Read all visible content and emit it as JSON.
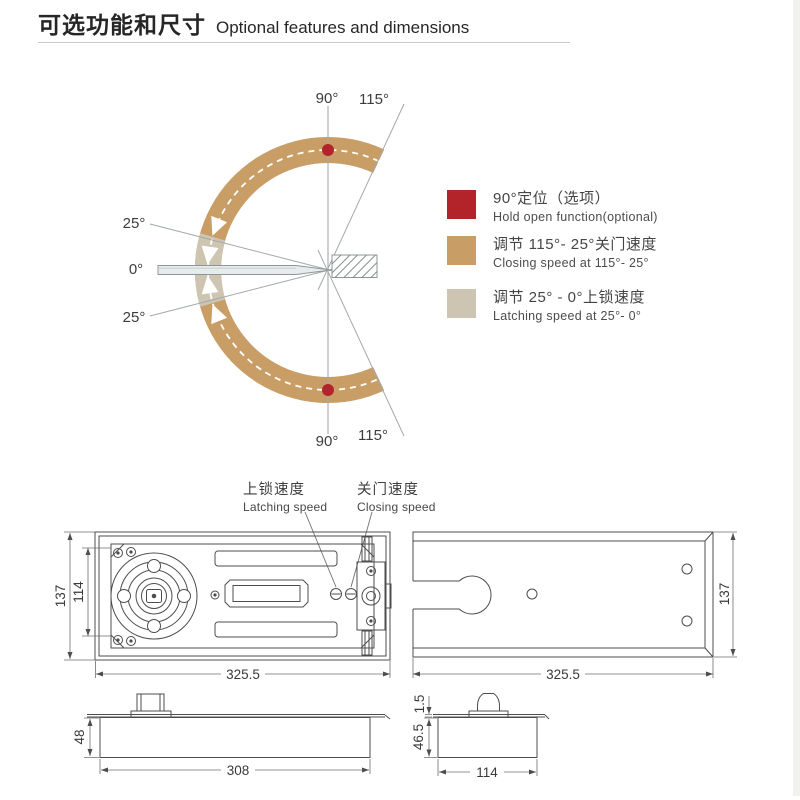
{
  "page": {
    "title_zh": "可选功能和尺寸",
    "title_en": "Optional features and dimensions"
  },
  "angle_diagram": {
    "top_90": "90°",
    "top_115": "115°",
    "upper_25": "25°",
    "zero": "0°",
    "lower_25": "25°",
    "bottom_90": "90°",
    "bottom_115": "115°"
  },
  "legend": {
    "items": [
      {
        "id": "hold-open",
        "color": "#b2242a",
        "zh": "90°定位（选项）",
        "en": "Hold open function(optional)"
      },
      {
        "id": "closing-speed",
        "color": "#c99e66",
        "zh": "调节 115°- 25°关门速度",
        "en": "Closing speed at 115°- 25°"
      },
      {
        "id": "latching-speed",
        "color": "#cdc5b2",
        "zh": "调节 25° - 0°上锁速度",
        "en": "Latching speed at 25°- 0°"
      }
    ]
  },
  "callouts": {
    "latching_zh": "上锁速度",
    "latching_en": "Latching speed",
    "closing_zh": "关门速度",
    "closing_en": "Closing speed"
  },
  "dimensions": {
    "plan_left": {
      "width": "325.5",
      "outer_height": "137",
      "inner_height": "114"
    },
    "cover_plate": {
      "width": "325.5",
      "height": "137"
    },
    "side_view": {
      "height": "48",
      "width": "308"
    },
    "end_view": {
      "plate_thickness": "1.5",
      "body_height": "46.5",
      "width": "114"
    }
  }
}
